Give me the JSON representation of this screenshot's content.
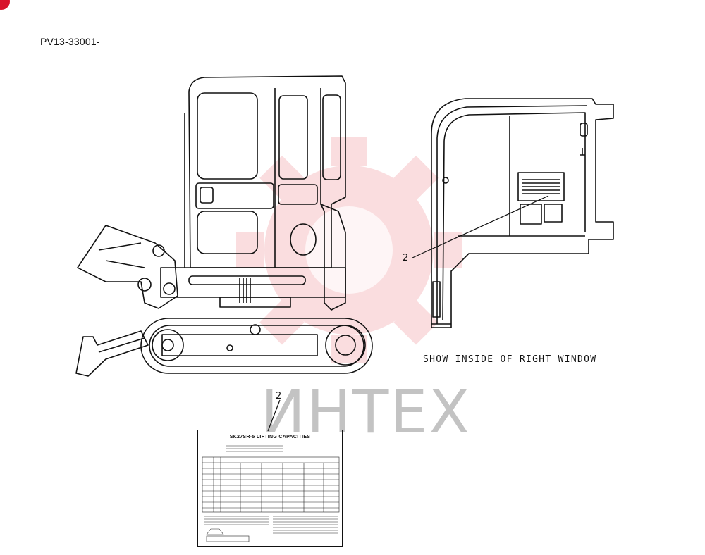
{
  "document": {
    "part_number": "PV13-33001-",
    "caption": "SHOW INSIDE OF RIGHT WINDOW",
    "callout_top": "2",
    "callout_bottom": "2",
    "watermark_text": "ИНТЕХ",
    "decal_title": "SK27SR-5 LIFTING CAPACITIES"
  },
  "colors": {
    "watermark_red": "#f2a0a6",
    "marker_red": "#d8122a",
    "line": "#111111"
  }
}
